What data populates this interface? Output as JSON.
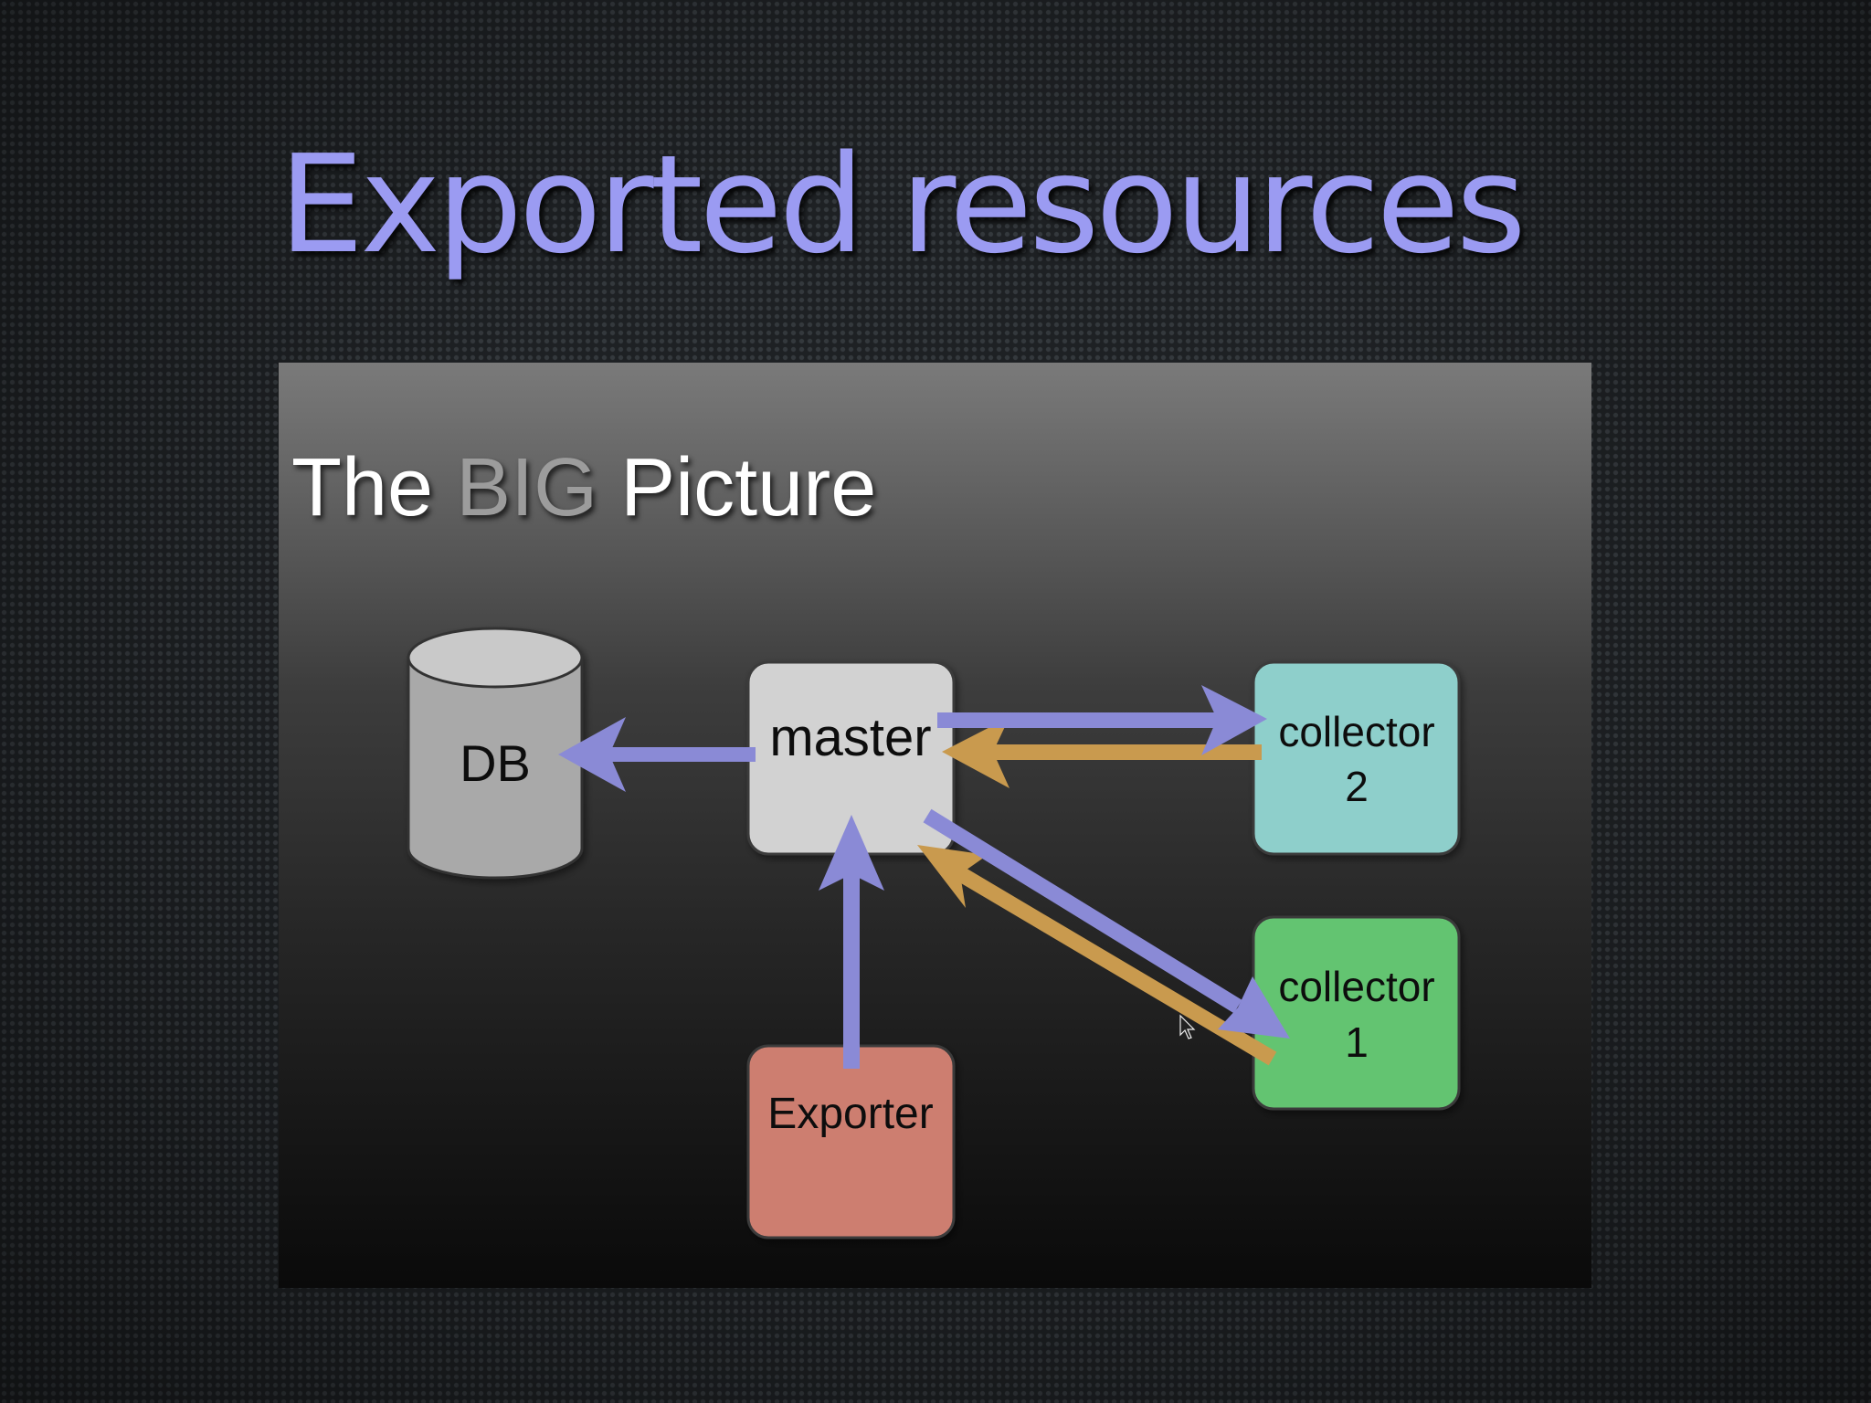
{
  "slide": {
    "title": "Exported resources"
  },
  "embedded_slide": {
    "title_prefix": "The ",
    "title_emphasis": "BIG",
    "title_suffix": " Picture"
  },
  "nodes": {
    "db": {
      "label": "DB",
      "shape": "cylinder",
      "color": "#a9a9a9"
    },
    "master": {
      "label": "master",
      "color": "#d2d2d2"
    },
    "collector2": {
      "line1": "collector",
      "line2": "2",
      "color": "#8ecfcb"
    },
    "collector1": {
      "line1": "collector",
      "line2": "1",
      "color": "#64c471"
    },
    "exporter": {
      "label": "Exporter",
      "color": "#cd7e70"
    }
  },
  "edges": [
    {
      "from": "master",
      "to": "db",
      "color": "#8a8ad6"
    },
    {
      "from": "master",
      "to": "collector2",
      "color": "#8a8ad6"
    },
    {
      "from": "collector2",
      "to": "master",
      "color": "#c99a4e"
    },
    {
      "from": "master",
      "to": "collector1",
      "color": "#8a8ad6"
    },
    {
      "from": "collector1",
      "to": "master",
      "color": "#c99a4e"
    },
    {
      "from": "exporter",
      "to": "master",
      "color": "#8a8ad6"
    }
  ],
  "colors": {
    "title": "#9b9bf2",
    "export_arrow": "#8a8ad6",
    "collect_arrow": "#c99a4e"
  }
}
